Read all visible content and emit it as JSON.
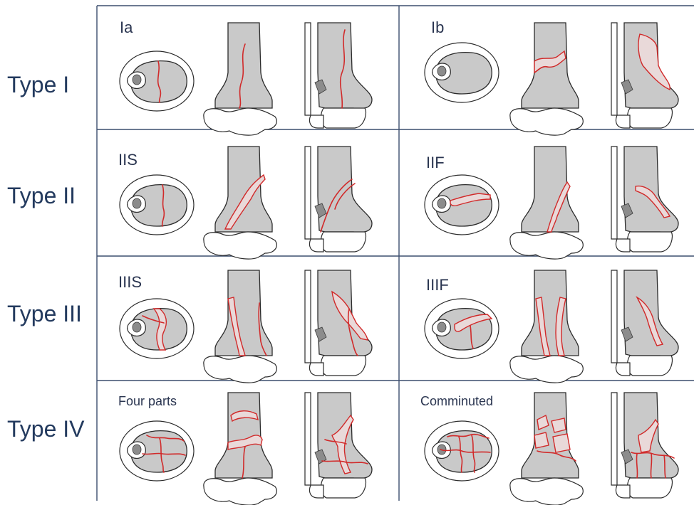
{
  "rows": [
    {
      "type_label": "Type I",
      "left_label": "Ia",
      "right_label": "Ib"
    },
    {
      "type_label": "Type II",
      "left_label": "IIS",
      "right_label": "IIF"
    },
    {
      "type_label": "Type III",
      "left_label": "IIIS",
      "right_label": "IIIF"
    },
    {
      "type_label": "Type IV",
      "left_label": "Four parts",
      "right_label": "Comminuted"
    }
  ],
  "colors": {
    "type_label": "#233a5e",
    "grid": "#3c4e6e",
    "bone": "#c9c9c9",
    "fracture_line": "#d12a2a"
  }
}
